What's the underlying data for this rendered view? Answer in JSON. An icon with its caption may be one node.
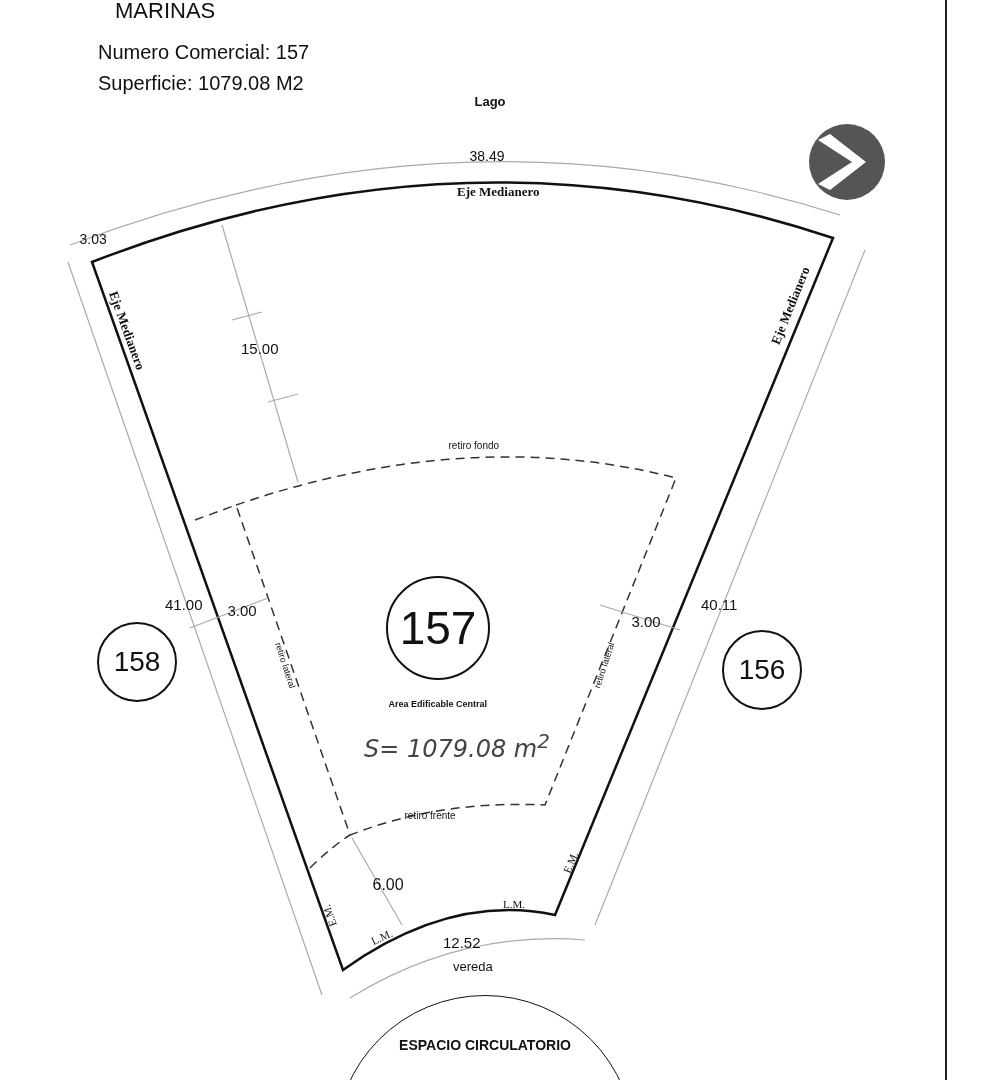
{
  "diagram": {
    "nodes": [
      {
        "text": [
          "157"
        ]
      },
      {
        "text": [
          "158"
        ]
      },
      {
        "text": [
          "156"
        ]
      },
      {
        "text": [
          "ESPACIO CIRCULATORIO"
        ]
      }
    ],
    "labels": [
      "MARINAS",
      "Numero Comercial:  157",
      "Superficie: 1079.08 M2",
      "Lago",
      "38.49",
      "Eje Medianero",
      "3.03",
      "Eje Medianero",
      "Eje Medianero",
      "15.00",
      "retiro fondo",
      "41.00",
      "3.00",
      "3.00",
      "40.11",
      "retiro lateral",
      "retiro lateral",
      "Area Edificable Central",
      "S= 1079.08 m$^{2}$",
      "retiro frente",
      "E.M.",
      "6.00",
      "L.M.",
      "L.M.",
      "E.M.",
      "12.52",
      "vereda"
    ]
  }
}
